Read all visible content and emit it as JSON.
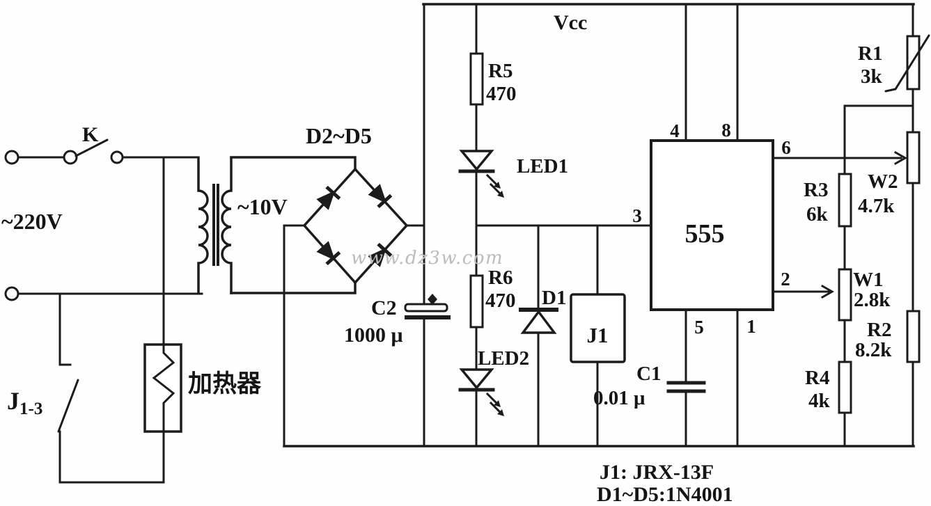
{
  "watermark": "www.dz3w.com",
  "power_section": {
    "switch": "K",
    "mains": "~220V",
    "secondary": "~10V",
    "bridge": "D2~D5",
    "filter_cap": {
      "name": "C2",
      "value": "1000 μ"
    }
  },
  "indicators": {
    "r5": {
      "name": "R5",
      "value": "470"
    },
    "led1": "LED1",
    "r6": {
      "name": "R6",
      "value": "470"
    },
    "led2": "LED2"
  },
  "output": {
    "d1": "D1",
    "relay": "J1",
    "heater": "加热器",
    "contact": {
      "main": "J",
      "sub": "1-3"
    }
  },
  "timer": {
    "ic": "555",
    "rail": "Vcc",
    "pins": {
      "p1": "1",
      "p2": "2",
      "p3": "3",
      "p4": "4",
      "p5": "5",
      "p6": "6",
      "p8": "8"
    },
    "c1": {
      "name": "C1",
      "value": "0.01 μ"
    }
  },
  "divider": {
    "r1": {
      "name": "R1",
      "value": "3k"
    },
    "w2": {
      "name": "W2",
      "value": "4.7k"
    },
    "r3": {
      "name": "R3",
      "value": "6k"
    },
    "w1": {
      "name": "W1",
      "value": "2.8k"
    },
    "r2": {
      "name": "R2",
      "value": "8.2k"
    },
    "r4": {
      "name": "R4",
      "value": "4k"
    }
  },
  "notes": {
    "line1": "J1: JRX-13F",
    "line2": "D1~D5:1N4001"
  }
}
